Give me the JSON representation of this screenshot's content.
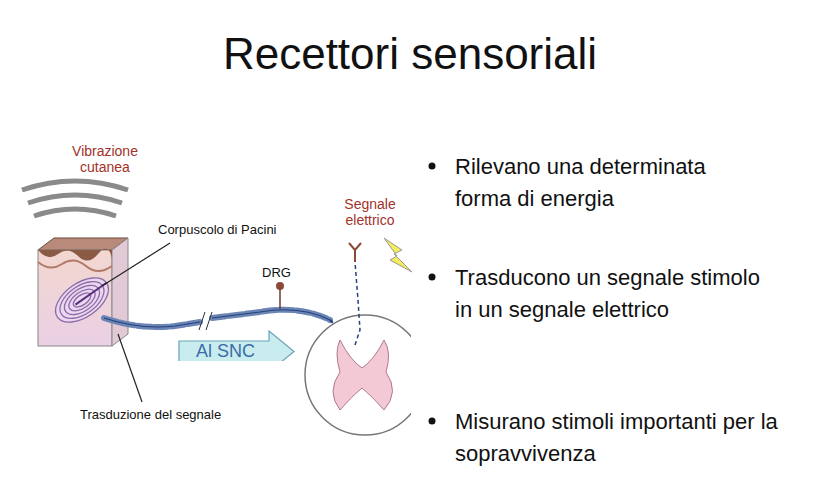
{
  "diagram": {
    "title": "Recettori sensoriali",
    "nodes": [
      {
        "text": [
          "Al SNC"
        ]
      }
    ],
    "labels": [
      "Vibrazione cutanea",
      "Corpuscolo di Pacini",
      "DRG",
      "Segnale elettrico",
      "Trasduzione del segnale",
      "Rilevano una determinata forma di energia",
      "Trasducono un segnale stimolo in un segnale elettrico",
      "Misurano stimoli importanti per la sopravvivenza"
    ]
  }
}
